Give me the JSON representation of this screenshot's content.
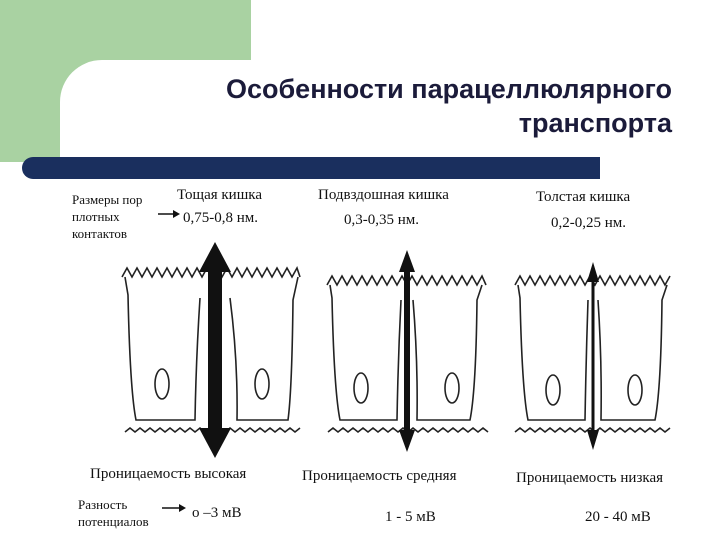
{
  "slide": {
    "title_line1": "Особенности парацеллюлярного",
    "title_line2": "транспорта"
  },
  "labels": {
    "pore_size_label_1": "Размеры пор",
    "pore_size_label_2": "плотных",
    "pore_size_label_3": "контактов",
    "potential_label_1": "Разность",
    "potential_label_2": "потенциалов"
  },
  "segments": [
    {
      "name": "Тощая кишка",
      "pore_size": "0,75-0,8 нм.",
      "permeability": "Проницаемость высокая",
      "potential": "о –3 мВ"
    },
    {
      "name": "Подвздошная кишка",
      "pore_size": "0,3-0,35 нм.",
      "permeability": "Проницаемость   средняя",
      "potential": "1 - 5 мВ"
    },
    {
      "name": "Толстая кишка",
      "pore_size": "0,2-0,25 нм.",
      "permeability": "Проницаемость  низкая",
      "potential": "20 - 40 мВ"
    }
  ],
  "colors": {
    "accent_green": "#a9d2a2",
    "title_bar": "#1a2f5e",
    "title_text": "#1b1b3a"
  },
  "icons": [
    "pore-arrow-icon"
  ]
}
